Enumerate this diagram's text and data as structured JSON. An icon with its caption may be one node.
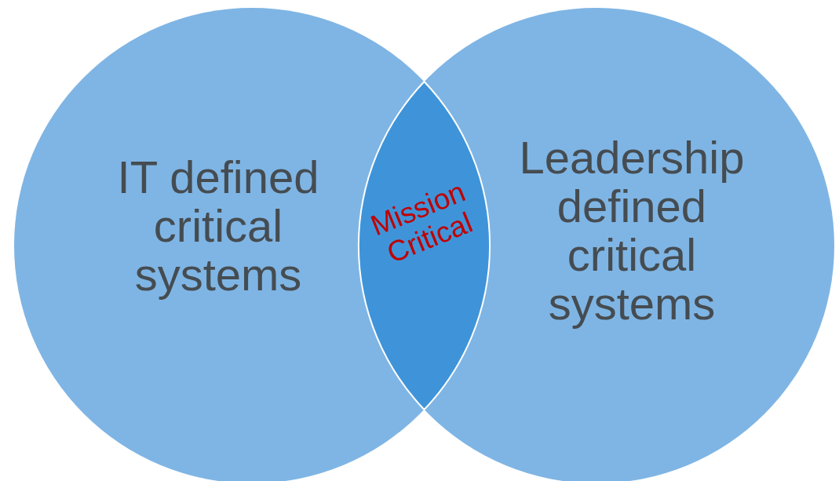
{
  "diagram": {
    "nodes": [
      {
        "text": [
          "IT defined critical systems"
        ]
      },
      {
        "text": [
          "Leadership defined critical systems"
        ]
      },
      {
        "text": [
          "Mission Critical"
        ]
      }
    ]
  }
}
